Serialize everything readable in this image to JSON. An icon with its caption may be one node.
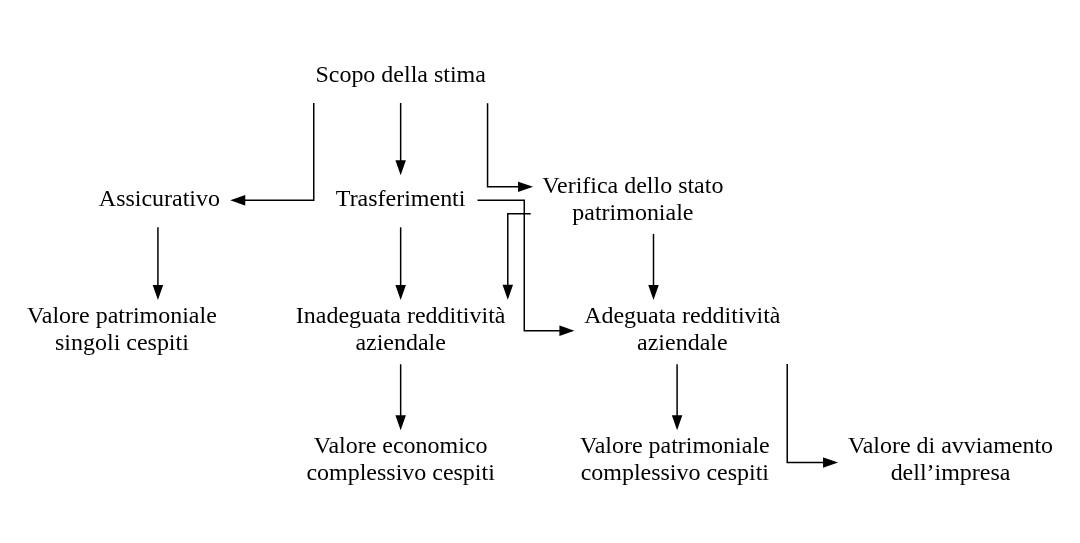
{
  "diagram": {
    "nodes": [
      {
        "text": [
          "Scopo della stima"
        ]
      },
      {
        "text": [
          "Assicurativo"
        ]
      },
      {
        "text": [
          "Verifica dello stato patrimoniale"
        ]
      },
      {
        "text": [
          "Trasferimenti"
        ]
      },
      {
        "text": [
          "Adeguata redditività aziendale"
        ]
      },
      {
        "text": [
          "Inadeguata redditività aziendale"
        ]
      },
      {
        "text": [
          "Valore patrimoniale singoli cespiti"
        ]
      },
      {
        "text": [
          "Valore patrimoniale complessivo cespiti"
        ]
      },
      {
        "text": [
          "Valore di avviamento dell’impresa"
        ]
      },
      {
        "text": [
          "Valore economico complessivo cespiti"
        ]
      }
    ],
    "edges": [
      {
        "from": 0,
        "to": 1,
        "arrow": "to"
      },
      {
        "from": 0,
        "to": 2,
        "arrow": "to"
      },
      {
        "from": 0,
        "to": 3,
        "arrow": "to"
      },
      {
        "from": 1,
        "to": 6,
        "arrow": "to"
      },
      {
        "from": 2,
        "to": 4,
        "arrow": "to"
      },
      {
        "from": 2,
        "to": 5,
        "arrow": "to"
      },
      {
        "from": 3,
        "to": 4,
        "arrow": "to"
      },
      {
        "from": 3,
        "to": 5,
        "arrow": "to"
      },
      {
        "from": 4,
        "to": 7,
        "arrow": "to"
      },
      {
        "from": 4,
        "to": 8,
        "arrow": "to"
      },
      {
        "from": 5,
        "to": 9,
        "arrow": "to"
      }
    ]
  }
}
